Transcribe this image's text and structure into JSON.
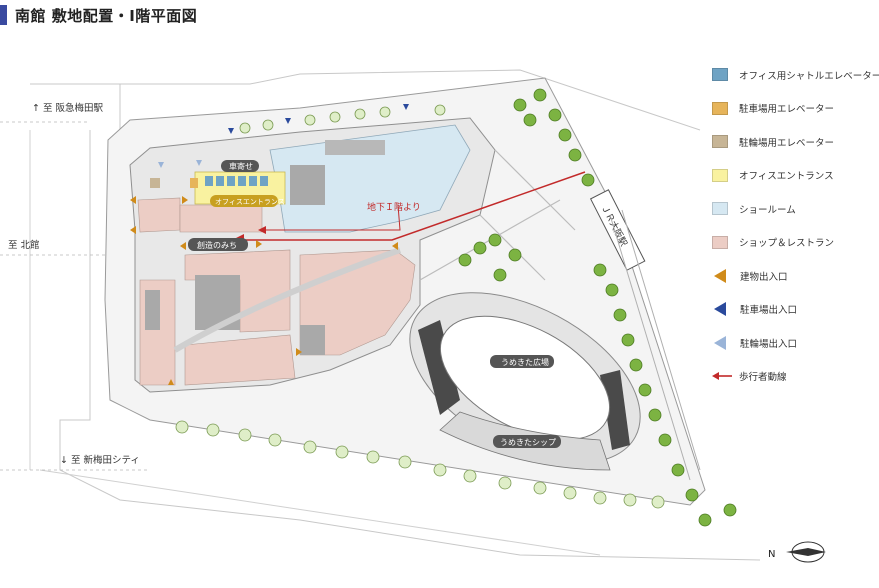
{
  "title": "南館 敷地配置・I階平面図",
  "labels": {
    "pickup": "車寄せ",
    "office_entrance": "オフィスエントランス",
    "sozo_path": "創造のみち",
    "umekita_plaza": "うめきた広場",
    "umekita_shop": "うめきたシップ",
    "from_basement": "地下Ｉ階より",
    "jr_osaka": "ＪＲ大阪駅"
  },
  "directions": {
    "hankyu": "↑ 至 阪急梅田駅",
    "kitakan": "至 北館",
    "shin_umeda": "↓ 至 新梅田シティ"
  },
  "compass_label": "N",
  "colors": {
    "office_elevator": "#6fa3c4",
    "parking_elevator": "#e6b45a",
    "bicycle_elevator": "#c7b596",
    "office_entrance": "#f9f2a0",
    "showroom": "#d6e8f2",
    "shop": "#eccdc5",
    "building_entry": "#d08b1a",
    "parking_entry": "#2a4a9c",
    "bicycle_entry": "#9ab4d8",
    "pedestrian": "#c22a2a",
    "title_mark": "#3a4aa0"
  },
  "legend": [
    {
      "label": "オフィス用シャトルエレベーター",
      "kind": "square",
      "color": "#6fa3c4"
    },
    {
      "label": "駐車場用エレベーター",
      "kind": "square",
      "color": "#e6b45a"
    },
    {
      "label": "駐輪場用エレベーター",
      "kind": "square",
      "color": "#c7b596"
    },
    {
      "label": "オフィスエントランス",
      "kind": "square",
      "color": "#f9f2a0"
    },
    {
      "label": "ショールーム",
      "kind": "square",
      "color": "#d6e8f2"
    },
    {
      "label": "ショップ＆レストラン",
      "kind": "square",
      "color": "#eccdc5"
    },
    {
      "label": "建物出入口",
      "kind": "triangle",
      "color": "#d08b1a"
    },
    {
      "label": "駐車場出入口",
      "kind": "triangle",
      "color": "#2a4a9c"
    },
    {
      "label": "駐輪場出入口",
      "kind": "triangle",
      "color": "#9ab4d8"
    },
    {
      "label": "歩行者動線",
      "kind": "arrow",
      "color": "#c22a2a"
    }
  ]
}
